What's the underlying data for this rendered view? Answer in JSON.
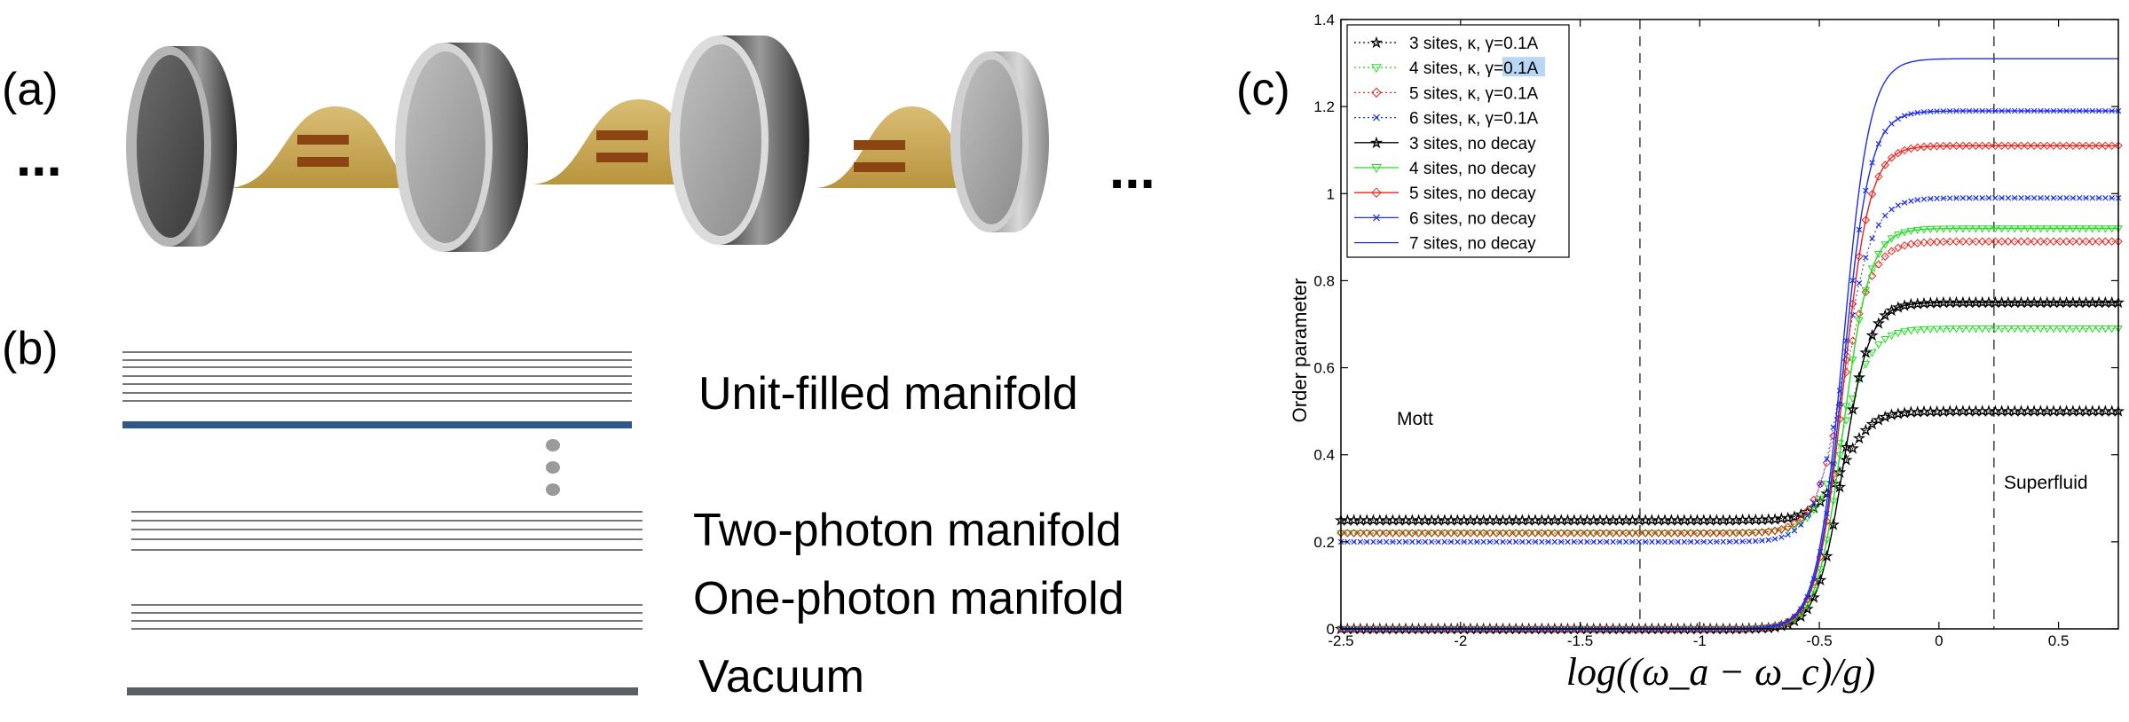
{
  "panel_a": {
    "label": "(a)",
    "ellipsis_left": "...",
    "ellipsis_right": "..."
  },
  "panel_b": {
    "label": "(b)",
    "manifolds": [
      {
        "name": "Unit-filled manifold"
      },
      {
        "name": "Two-photon manifold"
      },
      {
        "name": "One-photon manifold"
      },
      {
        "name": "Vacuum"
      }
    ]
  },
  "panel_c": {
    "label": "(c)",
    "annotations": {
      "mott": "Mott",
      "superfluid": "Superfluid"
    }
  },
  "colors": {
    "black": "#000000",
    "green": "#22dd22",
    "red": "#e8231b",
    "blue": "#1c2ee6",
    "manifold_blue": "#2f5788",
    "vacuum_gray": "#5a5f66",
    "highlight": "#b8d7f5"
  },
  "chart_data": {
    "type": "line",
    "xlabel": "log((ω_a − ω_c)/g)",
    "ylabel": "Order parameter",
    "xlim": [
      -2.5,
      0.75
    ],
    "ylim": [
      0,
      1.4
    ],
    "xticks": [
      "-2.5",
      "-2",
      "-1.5",
      "-1",
      "-0.5",
      "0",
      "0.5"
    ],
    "yticks": [
      "0",
      "0.2",
      "0.4",
      "0.6",
      "0.8",
      "1",
      "1.2",
      "1.4"
    ],
    "vlines_x": [
      -1.25,
      0.23
    ],
    "legend_position": "top-left",
    "transition_center": -0.4,
    "series": [
      {
        "name": "3 sites, κ, γ=0.1A",
        "color": "#000000",
        "marker": "star",
        "dotted": true,
        "low": 0.25,
        "high": 0.5
      },
      {
        "name": "4 sites, κ, γ=0.1A",
        "color": "#22dd22",
        "marker": "triangle",
        "dotted": true,
        "low": 0.22,
        "high": 0.69
      },
      {
        "name": "5 sites, κ, γ=0.1A",
        "color": "#e8231b",
        "marker": "diamond",
        "dotted": true,
        "low": 0.22,
        "high": 0.89
      },
      {
        "name": "6 sites, κ, γ=0.1A",
        "color": "#1c2ee6",
        "marker": "x",
        "dotted": true,
        "low": 0.2,
        "high": 0.99
      },
      {
        "name": "3 sites, no decay",
        "color": "#000000",
        "marker": "star",
        "dotted": false,
        "low": 0,
        "high": 0.75
      },
      {
        "name": "4 sites, no decay",
        "color": "#22dd22",
        "marker": "triangle",
        "dotted": false,
        "low": 0,
        "high": 0.92
      },
      {
        "name": "5 sites, no decay",
        "color": "#e8231b",
        "marker": "diamond",
        "dotted": false,
        "low": 0,
        "high": 1.11
      },
      {
        "name": "6 sites, no decay",
        "color": "#1c2ee6",
        "marker": "x",
        "dotted": false,
        "low": 0,
        "high": 1.19
      },
      {
        "name": "7 sites, no decay",
        "color": "#1c2ee6",
        "marker": "none",
        "dotted": false,
        "low": 0,
        "high": 1.31
      }
    ]
  }
}
